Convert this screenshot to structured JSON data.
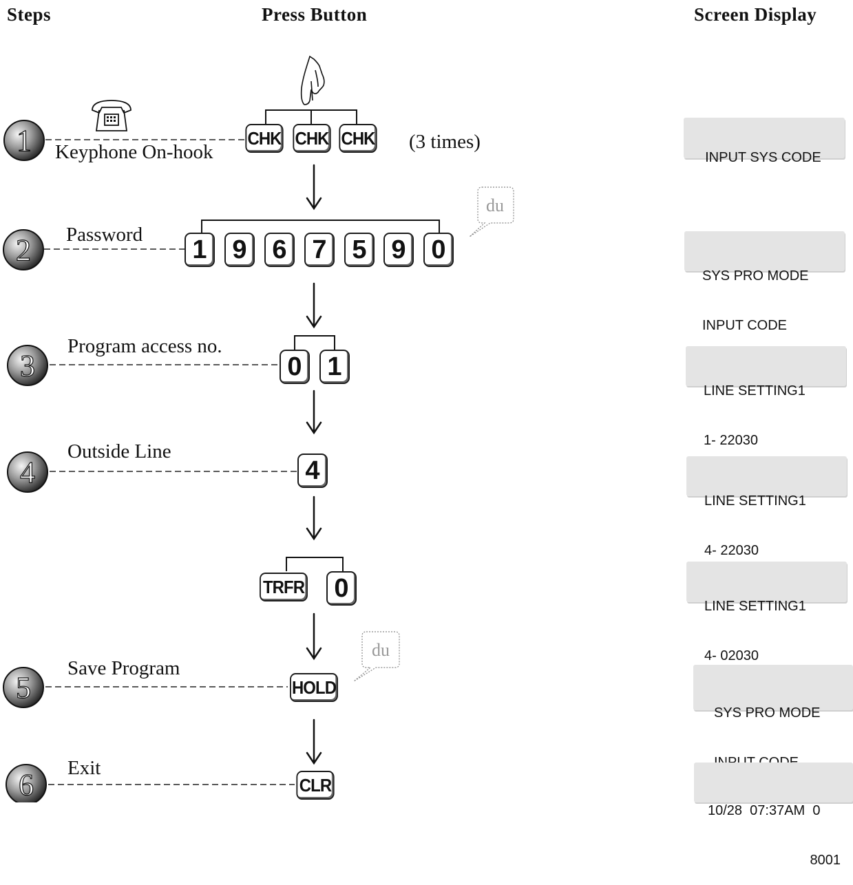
{
  "headers": {
    "steps": "Steps",
    "press": "Press Button",
    "display": "Screen Display"
  },
  "steps": [
    {
      "number": "1",
      "label": "Keyphone On-hook",
      "keys": [
        "CHK",
        "CHK",
        "CHK"
      ],
      "note": "(3 times)",
      "screen": [
        "INPUT SYS CODE"
      ]
    },
    {
      "number": "2",
      "label": "Password",
      "keys": [
        "1",
        "9",
        "6",
        "7",
        "5",
        "9",
        "0"
      ],
      "bubble": "du",
      "screen": [
        "SYS PRO MODE",
        "INPUT CODE"
      ]
    },
    {
      "number": "3",
      "label": "Program access no.",
      "keys": [
        "0",
        "1"
      ],
      "screen": [
        "LINE SETTING1",
        "1- 22030"
      ]
    },
    {
      "number": "4",
      "label": "Outside  Line",
      "keys": [
        "4"
      ],
      "screen": [
        "LINE SETTING1",
        "4- 22030"
      ]
    },
    {
      "number": "",
      "label": "",
      "keys": [
        "TRFR",
        "0"
      ],
      "screen": [
        "LINE SETTING1",
        "4- 02030"
      ]
    },
    {
      "number": "5",
      "label": "Save Program",
      "keys": [
        "HOLD"
      ],
      "bubble": "du",
      "screen": [
        "SYS PRO MODE",
        "INPUT CODE"
      ]
    },
    {
      "number": "6",
      "label": "Exit",
      "keys": [
        "CLR"
      ],
      "screen": [
        "10/28  07:37AM  0",
        "8001"
      ]
    }
  ],
  "icons": {
    "finger": "pointing-finger-icon",
    "phone": "telephone-icon"
  },
  "colors": {
    "key_border": "#1a1a1a",
    "screen_bg": "#e4e4e4",
    "circle_dark": "#1e1e1e",
    "bubble": "#999999"
  }
}
